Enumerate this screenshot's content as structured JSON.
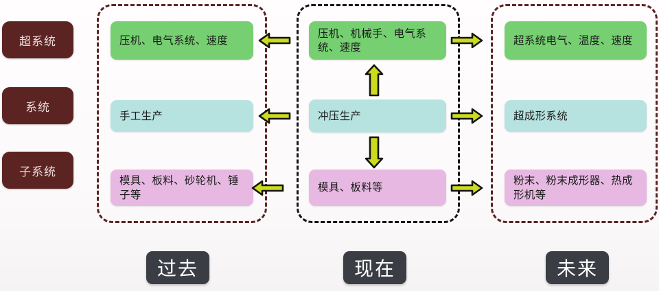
{
  "diagram": {
    "levels": [
      {
        "label": "超系统"
      },
      {
        "label": "系统"
      },
      {
        "label": "子系统"
      }
    ],
    "eras": [
      {
        "key": "past",
        "caption": "过去",
        "border_color": "#5b2423"
      },
      {
        "key": "present",
        "caption": "现在",
        "border_color": "#16161a"
      },
      {
        "key": "future",
        "caption": "未来",
        "border_color": "#5b2423"
      }
    ],
    "cells": {
      "past": {
        "supersystem": "压机、电气系统、速度",
        "system": "手工生产",
        "subsystem": "模具、板料、砂轮机、锤子等"
      },
      "present": {
        "supersystem": "压机、机械手、电气系统、速度",
        "system": "冲压生产",
        "subsystem": "模具、板料等"
      },
      "future": {
        "supersystem": "超系统电气、温度、速度",
        "system": "超成形系统",
        "subsystem": "粉末、粉末成形器、热成形机等"
      }
    },
    "colors": {
      "supersystem_fill": "#76d071",
      "system_fill": "#b6e2e0",
      "subsystem_fill": "#e7b9e2",
      "level_label_fill": "#5b2423",
      "era_chip_fill": "#3a3e44",
      "arrow_fill": "#ccdb1e",
      "arrow_stroke": "#15150f"
    },
    "arrows": {
      "past_to_present_supersystem": "left-arrow-icon",
      "past_to_present_system": "left-arrow-icon",
      "past_to_present_subsystem": "left-arrow-icon",
      "present_to_future_supersystem": "right-arrow-icon",
      "present_to_future_system": "right-arrow-icon",
      "present_to_future_subsystem": "right-arrow-icon",
      "present_system_to_supersystem": "up-arrow-icon",
      "present_system_to_subsystem": "down-arrow-icon"
    }
  }
}
